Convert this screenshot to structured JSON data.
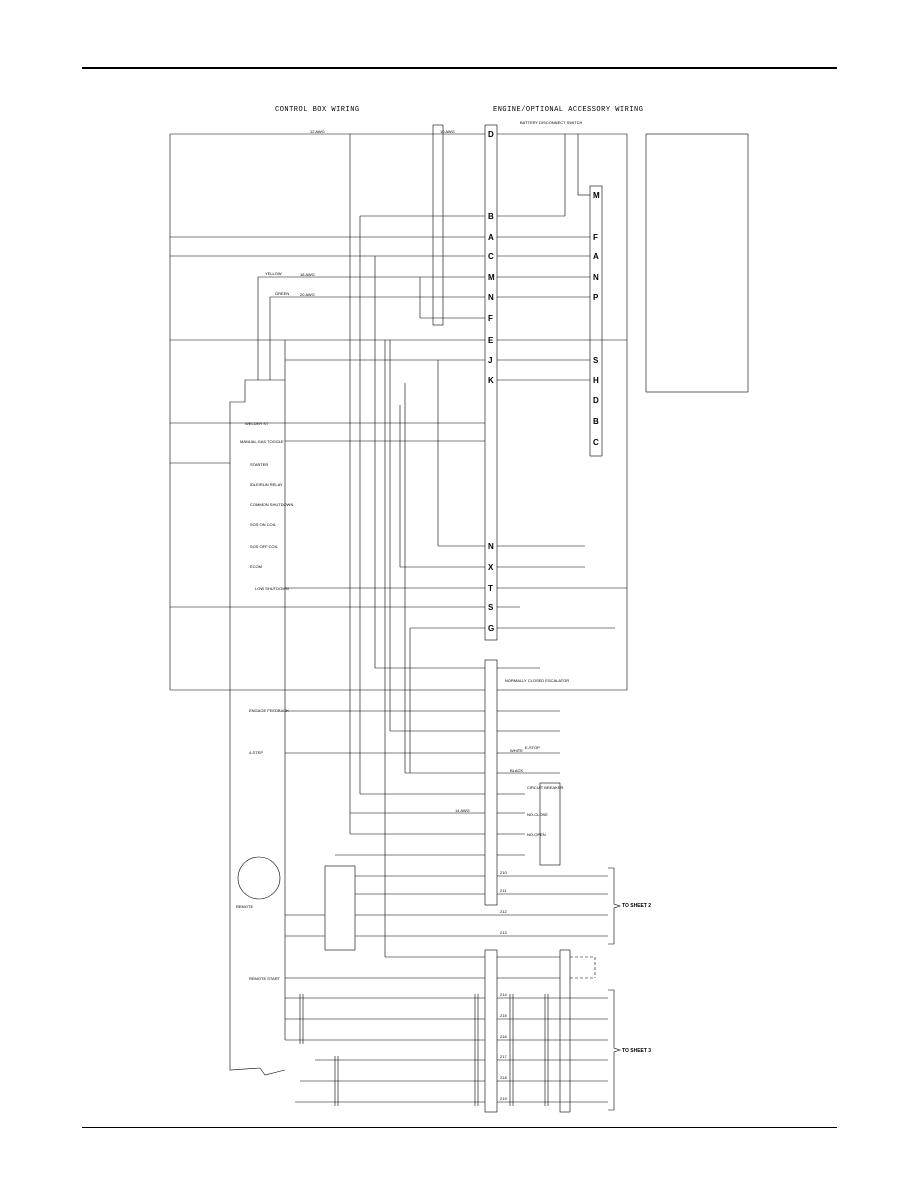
{
  "headers": {
    "left": "CONTROL BOX WIRING",
    "right": "ENGINE/OPTIONAL ACCESSORY WIRING"
  },
  "terminal_letters": [
    "D",
    "B",
    "A",
    "C",
    "M",
    "N",
    "F",
    "E",
    "J",
    "K",
    "N",
    "X",
    "T",
    "S",
    "G"
  ],
  "connector_letters": [
    "M",
    "F",
    "A",
    "N",
    "P",
    "S",
    "H",
    "D",
    "B",
    "C"
  ],
  "component_labels": [
    "STARTER",
    "IDLE/RUN RELAY",
    "COMMON SHUTDOWN",
    "SOS ON COIL",
    "SOS OFF COIL",
    "ECOM",
    "LOW SHUTDOWN",
    "WELDER ST",
    "MANUAL GAS TOGGLE",
    "ENGAGE FEEDBACK",
    "4-STEP",
    "REMOTE START",
    "NORMALLY CLOSED ESCALATOR",
    "CIRCUIT BREAKER",
    "NO-CLOSE",
    "NO-OPEN",
    "REMOTE",
    "E-STOP",
    "BATTERY DISCONNECT SWITCH"
  ],
  "wire_labels": [
    "10 AWG",
    "12 AWG",
    "14 AWG",
    "18 AWG",
    "20 AWG",
    "YELLOW",
    "GREEN",
    "WHITE",
    "BLACK"
  ],
  "destinations": [
    "TO SHEET 2",
    "TO SHEET 3"
  ],
  "wire_numbers": [
    "210",
    "211",
    "212",
    "213",
    "214",
    "215",
    "216",
    "217",
    "218",
    "219"
  ]
}
